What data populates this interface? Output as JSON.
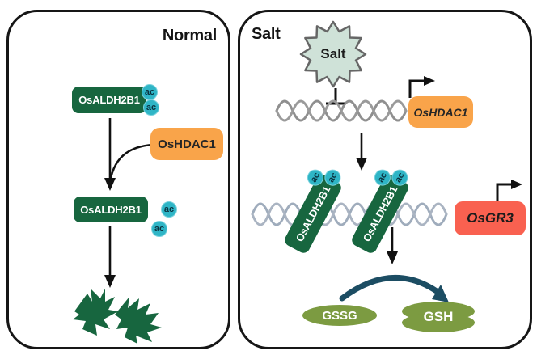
{
  "normal_panel": {
    "title": "Normal",
    "aldh_box_top": "OsALDH2B1",
    "hdac_box": "OsHDAC1",
    "aldh_box_bottom": "OsALDH2B1",
    "acetyl": "ac"
  },
  "salt_panel": {
    "title": "Salt",
    "salt_star": "Salt",
    "hdac_gene_box": "OsHDAC1",
    "aldh_tf_left": "OsALDH2B1",
    "aldh_tf_right": "OsALDH2B1",
    "gr3_gene_box": "OsGR3",
    "gssg": "GSSG",
    "gsh": "GSH",
    "acetyl": "ac"
  },
  "colors": {
    "protein_green": "#17663F",
    "acetyl_teal": "#2FB5C6",
    "hdac_orange": "#F9A44A",
    "gr3_red": "#F96150",
    "salt_star_fill": "#CFE2D8",
    "salt_star_stroke": "#666666",
    "glutathione_olive": "#7C9B41",
    "conversion_arc_teal": "#1C4D63",
    "dna_gray": "#8F8F8F",
    "dna_blue_gray": "#9FACBC",
    "arrow_black": "#111111"
  }
}
